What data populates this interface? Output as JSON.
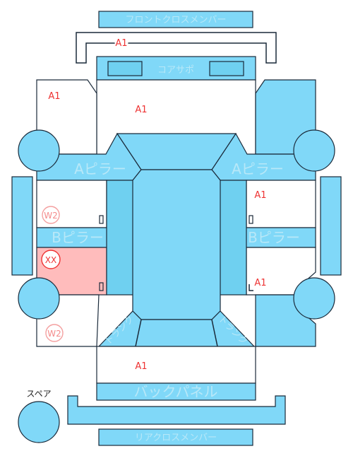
{
  "labels": {
    "front_cross_member": "フロントクロスメンバー",
    "core_support": "コアサポ",
    "a_pillar": "Aピラー",
    "b_pillar": "Bピラー",
    "back_panel": "バックパネル",
    "rear_cross_member": "リアクロスメンバー",
    "trunk_left": "トランク",
    "trunk_right": "トランク",
    "spare": "スペア"
  },
  "codes": {
    "front_bumper": "A1",
    "left_front_fender": "A1",
    "hood": "A1",
    "right_front_door": "A1",
    "right_rear_door": "A1",
    "trunk_lid": "A1",
    "left_front_door": "W2",
    "left_rear_door": "XX",
    "left_quarter": "W2"
  },
  "colors": {
    "panel_blue": "#80d8f8",
    "damage_pink": "#ffbcbc",
    "code_red": "#ee3333",
    "w_pink": "#f48a8a"
  }
}
